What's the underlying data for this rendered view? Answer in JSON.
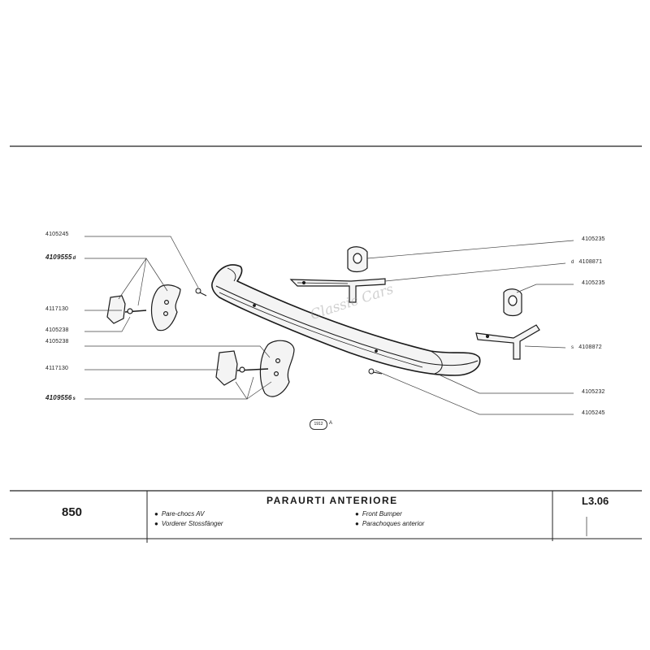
{
  "drawing": {
    "labels_left": [
      {
        "text": "4105245",
        "suffix": ""
      },
      {
        "text": "4109555",
        "suffix": "d"
      },
      {
        "text": "4117130",
        "suffix": ""
      },
      {
        "text": "4105238",
        "suffix": ""
      },
      {
        "text": "4105238",
        "suffix": ""
      },
      {
        "text": "4117130",
        "suffix": ""
      },
      {
        "text": "4109556",
        "suffix": "s"
      }
    ],
    "labels_right": [
      {
        "text": "4105235",
        "prefix": ""
      },
      {
        "text": "4108871",
        "prefix": "d"
      },
      {
        "text": "4105235",
        "prefix": ""
      },
      {
        "text": "4108872",
        "prefix": "s"
      },
      {
        "text": "4105232",
        "prefix": ""
      },
      {
        "text": "4105245",
        "prefix": ""
      }
    ],
    "figure_ref": {
      "badge": "1912",
      "suffix": "A"
    },
    "watermark": "Classic Cars"
  },
  "footer": {
    "model": "850",
    "title": "PARAURTI ANTERIORE",
    "code": "L3.06",
    "translations_left": [
      "Pare-chocs AV",
      "Vorderer Stossfänger"
    ],
    "translations_right": [
      "Front Bumper",
      "Parachoques anterior"
    ]
  }
}
